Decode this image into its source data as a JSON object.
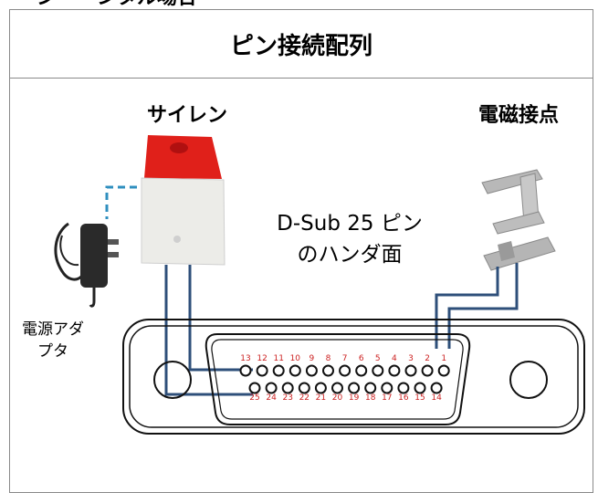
{
  "partial_heading": "ジ　　ンタル場合",
  "title": "ピン接続配列",
  "labels": {
    "siren": "サイレン",
    "magnetic_contact": "電磁接点",
    "dsub_line1": "D-Sub 25 ピン",
    "dsub_line2": "のハンダ面",
    "adapter_line1": "電源アダ",
    "adapter_line2": "プタ"
  },
  "pins": {
    "top_row": [
      "13",
      "12",
      "11",
      "10",
      "9",
      "8",
      "7",
      "6",
      "5",
      "4",
      "3",
      "2",
      "1"
    ],
    "bottom_row": [
      "25",
      "24",
      "23",
      "22",
      "21",
      "20",
      "19",
      "18",
      "17",
      "16",
      "15",
      "14"
    ]
  },
  "colors": {
    "wire": "#2e4f7a",
    "pin_label": "#cc2222",
    "adapter_dash": "#2f8fbf",
    "siren_red": "#e0201a"
  }
}
